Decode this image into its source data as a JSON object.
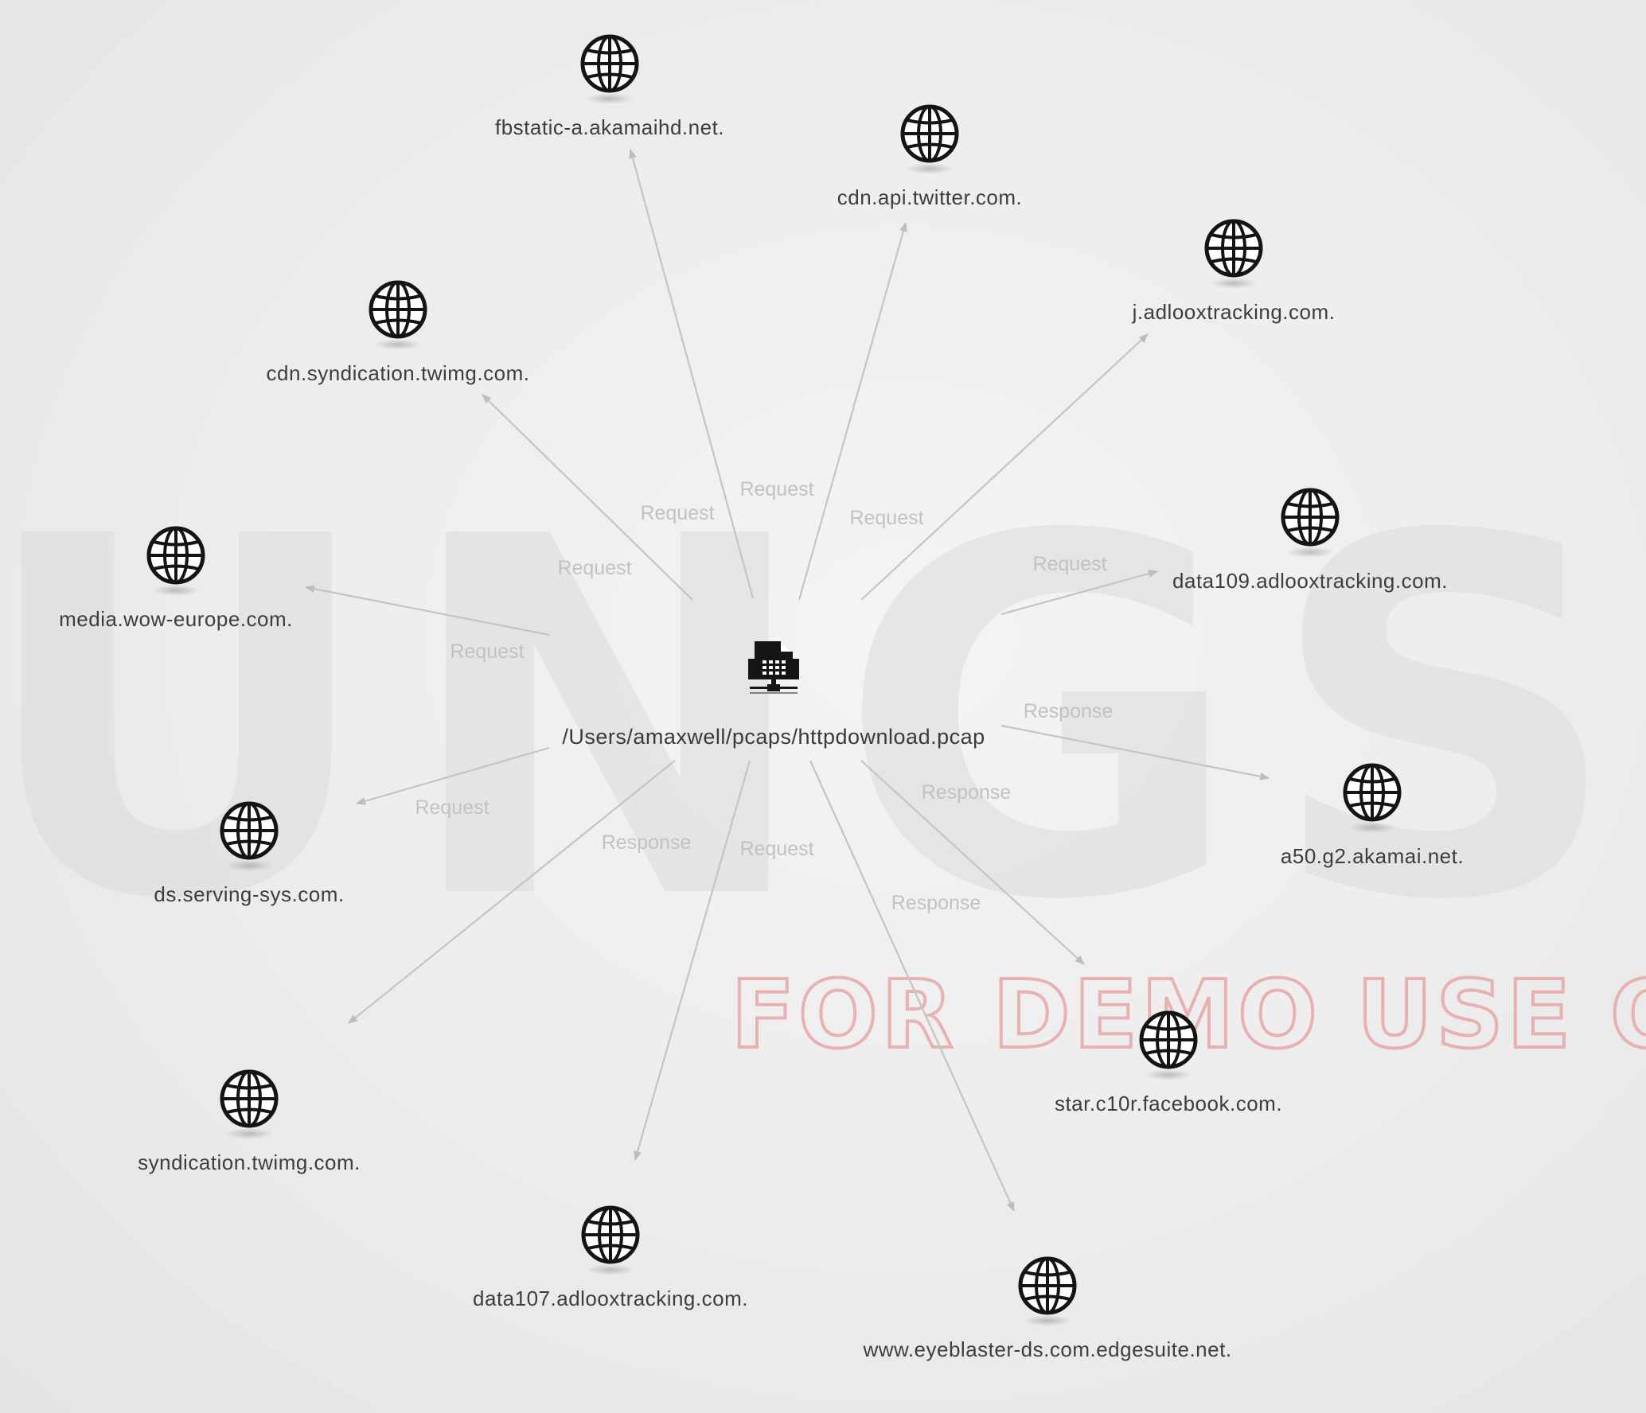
{
  "watermark": {
    "big_text": "UNGSTE",
    "demo_text": "FOR DEMO USE ON"
  },
  "center": {
    "label": "/Users/amaxwell/pcaps/httpdownload.pcap",
    "icon": "pcap-file-network-icon"
  },
  "node_icon": "globe-icon",
  "nodes": [
    {
      "id": "fbstatic",
      "label": "fbstatic-a.akamaihd.net.",
      "edge_label": "Request",
      "direction": "out"
    },
    {
      "id": "cdn-api-twitter",
      "label": "cdn.api.twitter.com.",
      "edge_label": "Request",
      "direction": "out"
    },
    {
      "id": "j-adloox",
      "label": "j.adlooxtracking.com.",
      "edge_label": "Request",
      "direction": "out"
    },
    {
      "id": "cdn-syndication",
      "label": "cdn.syndication.twimg.com.",
      "edge_label": "Request",
      "direction": "out"
    },
    {
      "id": "data109",
      "label": "data109.adlooxtracking.com.",
      "edge_label": "Request",
      "direction": "out"
    },
    {
      "id": "media-wow",
      "label": "media.wow-europe.com.",
      "edge_label": "Request",
      "direction": "out"
    },
    {
      "id": "a50-akamai",
      "label": "a50.g2.akamai.net.",
      "edge_label": "Response",
      "direction": "out"
    },
    {
      "id": "ds-serving",
      "label": "ds.serving-sys.com.",
      "edge_label": "Request",
      "direction": "out"
    },
    {
      "id": "star-facebook",
      "label": "star.c10r.facebook.com.",
      "edge_label": "Response",
      "direction": "out"
    },
    {
      "id": "syndication-twimg",
      "label": "syndication.twimg.com.",
      "edge_label": "Response",
      "direction": "out"
    },
    {
      "id": "data107",
      "label": "data107.adlooxtracking.com.",
      "edge_label": "Request",
      "direction": "out"
    },
    {
      "id": "eyeblaster",
      "label": "www.eyeblaster-ds.com.edgesuite.net.",
      "edge_label": "Response",
      "direction": "out"
    }
  ]
}
